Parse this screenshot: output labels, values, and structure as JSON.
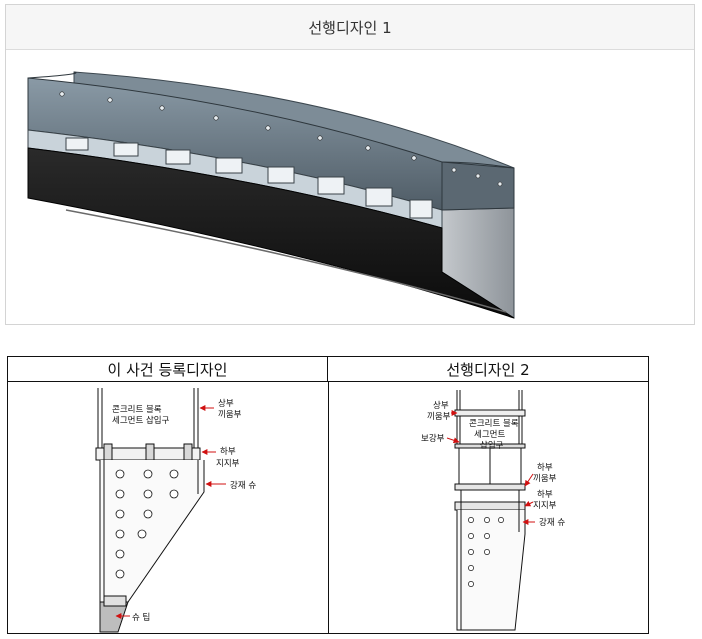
{
  "top_panel": {
    "title": "선행디자인 1"
  },
  "comparison_table": {
    "left_header": "이 사건 등록디자인",
    "right_header": "선행디자인 2",
    "left_labels": {
      "block_slot_line1": "콘크리트 블록",
      "block_slot_line2": "세그먼트 삽입구",
      "upper_line1": "상부",
      "upper_line2": "끼움부",
      "lower_line1": "하부",
      "lower_line2": "지지부",
      "steel_shoe": "강재 슈",
      "shoe_tip": "슈 팁"
    },
    "right_labels": {
      "block_slot_line1": "콘크리트 블록",
      "block_slot_line2": "세그먼트",
      "block_slot_line3": "삽입구",
      "upper_line1": "상부",
      "upper_line2": "끼움부",
      "reinforce": "보강부",
      "lower_fit_line1": "하부",
      "lower_fit_line2": "끼움부",
      "lower_support_line1": "하부",
      "lower_support_line2": "지지부",
      "steel_shoe": "강재 슈"
    }
  },
  "colors": {
    "arrow": "#d01010",
    "steel_dark": "#1a1a1a",
    "steel_blue_gray": "#6f7f8c",
    "tip_fill": "#b5b5b5"
  }
}
